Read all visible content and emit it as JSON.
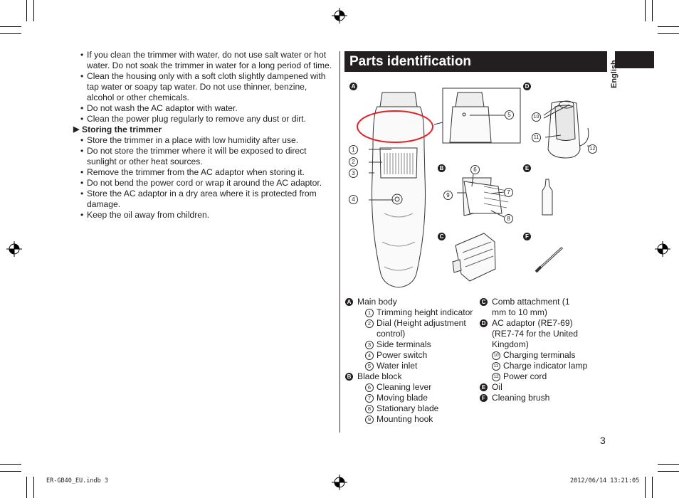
{
  "left_column": {
    "bullets_a": [
      "If you clean the trimmer with water, do not use salt water or hot water. Do not soak the trimmer in water for a long period of time.",
      "Clean the housing only with a soft cloth slightly dampened with tap water or soapy tap water. Do not use thinner, benzine, alcohol or other chemicals.",
      "Do not wash the AC adaptor with water.",
      "Clean the power plug regularly to remove any dust or dirt."
    ],
    "heading": "Storing the trimmer",
    "bullets_b": [
      "Store the trimmer in a place with low humidity after use.",
      "Do not store the trimmer where it will be exposed to direct sunlight or other heat sources.",
      "Remove the trimmer from the AC adaptor when storing it.",
      "Do not bend the power cord or wrap it around the AC adaptor.",
      "Store the AC adaptor in a dry area where it is protected from damage.",
      "Keep the oil away from children."
    ]
  },
  "section_title": "Parts identification",
  "side_tab": "English",
  "diagram_labels": {
    "A": "A",
    "B": "B",
    "C": "C",
    "D": "D",
    "E": "E",
    "F": "F",
    "n1": "1",
    "n2": "2",
    "n3": "3",
    "n4": "4",
    "n5": "5",
    "n6": "6",
    "n7": "7",
    "n8": "8",
    "n9": "9",
    "n10": "10",
    "n11": "11",
    "n12": "12"
  },
  "parts_left": {
    "A_letter": "A",
    "A_label": "Main body",
    "i1": "1",
    "t1": "Trimming height indicator",
    "i2": "2",
    "t2": "Dial (Height adjustment control)",
    "i3": "3",
    "t3": "Side terminals",
    "i4": "4",
    "t4": "Power switch",
    "i5": "5",
    "t5": "Water inlet",
    "B_letter": "B",
    "B_label": "Blade block",
    "i6": "6",
    "t6": "Cleaning lever",
    "i7": "7",
    "t7": "Moving blade",
    "i8": "8",
    "t8": "Stationary blade",
    "i9": "9",
    "t9": "Mounting hook"
  },
  "parts_right": {
    "C_letter": "C",
    "C_label": "Comb attachment (1 mm to 10 mm)",
    "D_letter": "D",
    "D_label": "AC adaptor (RE7-69) (RE7-74 for the United Kingdom)",
    "i10": "10",
    "t10": "Charging terminals",
    "i11": "11",
    "t11": "Charge indicator lamp",
    "i12": "12",
    "t12": "Power cord",
    "E_letter": "E",
    "E_label": "Oil",
    "F_letter": "F",
    "F_label": "Cleaning brush"
  },
  "page_number": "3",
  "footer_left": "ER-GB40_EU.indb   3",
  "footer_right": "2012/06/14   13:21:05",
  "colors": {
    "highlight": "#e2232a",
    "bar": "#231f20"
  }
}
